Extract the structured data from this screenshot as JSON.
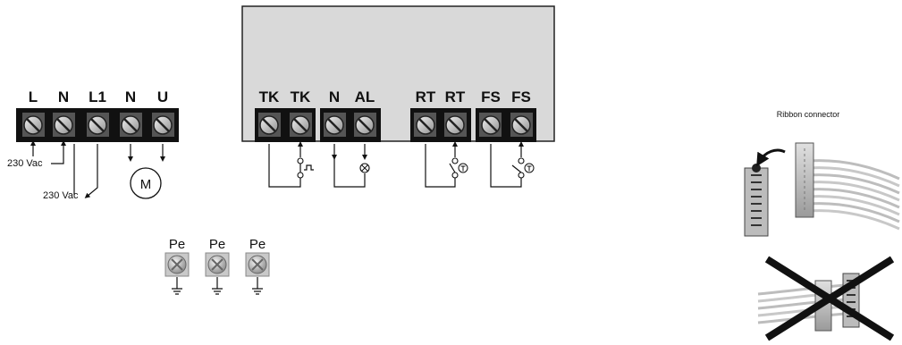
{
  "left_block": {
    "terminals": [
      "L",
      "N",
      "L1",
      "N",
      "U"
    ],
    "supply_label_1": "230 Vac",
    "supply_label_2": "230 Vac",
    "motor_label": "M"
  },
  "right_block": {
    "terminals": [
      "TK",
      "TK",
      "N",
      "AL",
      "RT",
      "RT",
      "FS",
      "FS"
    ]
  },
  "earth_terminals": [
    "Pe",
    "Pe",
    "Pe"
  ],
  "ribbon": {
    "title": "Ribbon connector"
  }
}
